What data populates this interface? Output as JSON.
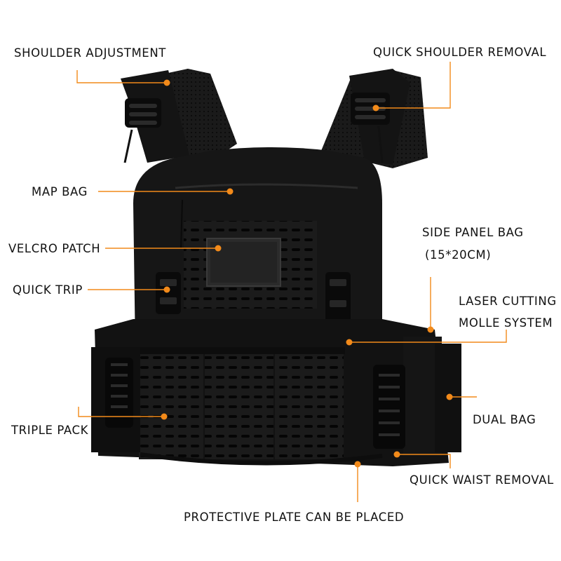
{
  "colors": {
    "accent": "#f28a1a",
    "vest": "#151515",
    "text": "#111111"
  },
  "labels": {
    "shoulder_adjustment": "SHOULDER ADJUSTMENT",
    "quick_shoulder_removal": "QUICK SHOULDER REMOVAL",
    "map_bag": "MAP BAG",
    "velcro_patch": "VELCRO PATCH",
    "side_panel_bag_line1": "SIDE PANEL BAG",
    "side_panel_bag_line2": "(15*20CM)",
    "quick_trip": "QUICK TRIP",
    "laser_cutting_line1": "LASER CUTTING",
    "laser_cutting_line2": "MOLLE SYSTEM",
    "triple_pack": "TRIPLE PACK",
    "dual_bag": "DUAL BAG",
    "quick_waist_removal": "QUICK WAIST REMOVAL",
    "protective_plate": "PROTECTIVE PLATE CAN BE PLACED"
  }
}
